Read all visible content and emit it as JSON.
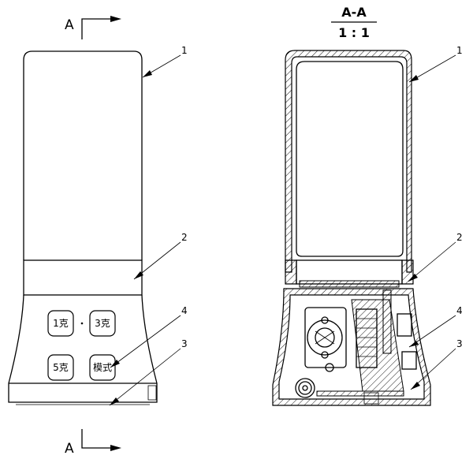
{
  "section_marker": "A",
  "section_title": {
    "name": "A-A",
    "scale": "1 : 1"
  },
  "front_view": {
    "labels": [
      "1",
      "2",
      "4",
      "3"
    ],
    "buttons": [
      "1克",
      "3克",
      "5克",
      "模式"
    ]
  },
  "section_view": {
    "labels": [
      "1",
      "2",
      "4",
      "3"
    ]
  }
}
